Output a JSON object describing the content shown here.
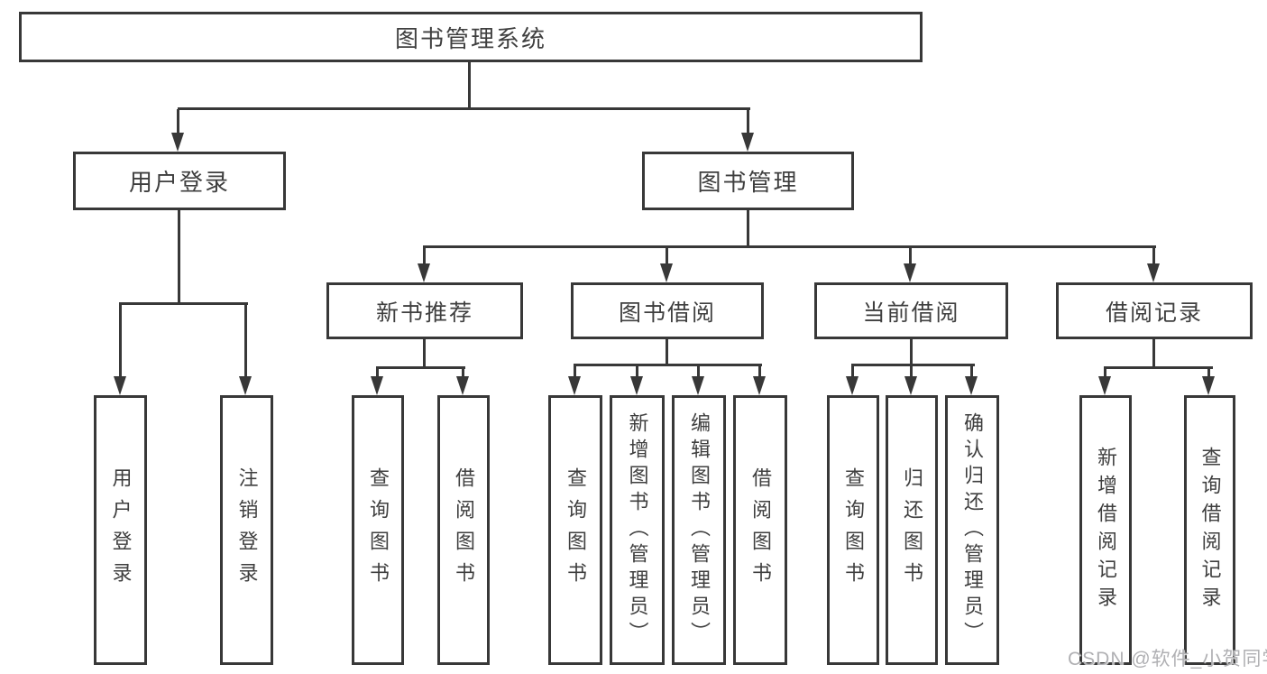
{
  "diagram_title": "图书管理系统",
  "tree": {
    "label": "图书管理系统",
    "children": [
      {
        "label": "用户登录",
        "children": [
          {
            "label": "用户登录"
          },
          {
            "label": "注销登录"
          }
        ]
      },
      {
        "label": "图书管理",
        "children": [
          {
            "label": "新书推荐",
            "children": [
              {
                "label": "查询图书"
              },
              {
                "label": "借阅图书"
              }
            ]
          },
          {
            "label": "图书借阅",
            "children": [
              {
                "label": "查询图书"
              },
              {
                "label": "新增图书（管理员）"
              },
              {
                "label": "编辑图书（管理员）"
              },
              {
                "label": "借阅图书"
              }
            ]
          },
          {
            "label": "当前借阅",
            "children": [
              {
                "label": "查询图书"
              },
              {
                "label": "归还图书"
              },
              {
                "label": "确认归还（管理员）"
              }
            ]
          },
          {
            "label": "借阅记录",
            "children": [
              {
                "label": "新增借阅记录"
              },
              {
                "label": "查询借阅记录"
              }
            ]
          }
        ]
      }
    ]
  },
  "watermark": {
    "text": "CSDN @软件_小贺同学"
  },
  "colors": {
    "line": "#383838",
    "box_border": "#383838",
    "text": "#3f3f3f",
    "watermark": "#b0b0b3",
    "background": "#ffffff"
  }
}
